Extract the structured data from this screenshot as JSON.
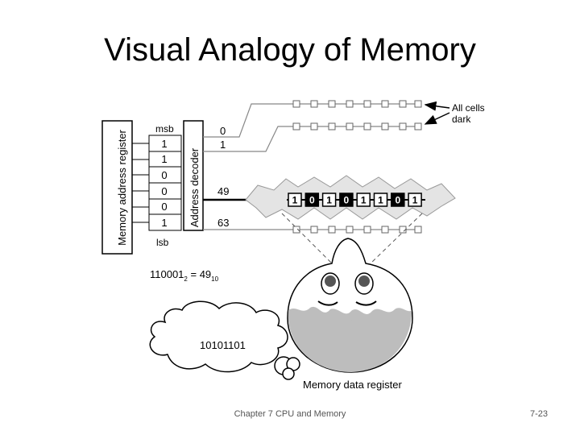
{
  "slide": {
    "title": "Visual Analogy of Memory",
    "footer_center": "Chapter 7 CPU and Memory",
    "footer_right": "7-23"
  },
  "diagram": {
    "mar_label": "Memory address register",
    "decoder_label": "Address decoder",
    "msb": "msb",
    "lsb": "lsb",
    "bits": [
      "1",
      "1",
      "0",
      "0",
      "0",
      "1"
    ],
    "line_labels": [
      "0",
      "1",
      "49",
      "63"
    ],
    "callout": "All cells\ndark",
    "selected_cells": [
      "1",
      "0",
      "1",
      "0",
      "1",
      "1",
      "0",
      "1"
    ],
    "equation": {
      "base": "110001",
      "base_sub": "2",
      "eq": " = 49",
      "result_sub": "10"
    },
    "thought": "10101101",
    "mdr_label": "Memory data register"
  }
}
